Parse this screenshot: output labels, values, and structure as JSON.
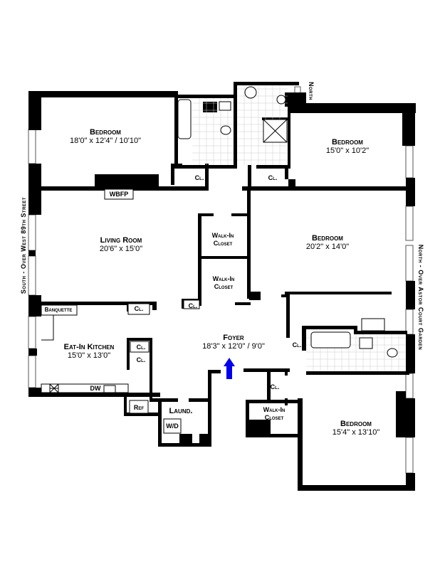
{
  "rooms": {
    "bedroom1": {
      "name": "Bedroom",
      "dims": "18'0\" x 12'4\" / 10'10\""
    },
    "bedroom2": {
      "name": "Bedroom",
      "dims": "15'0\" x 10'2\""
    },
    "bedroom3": {
      "name": "Bedroom",
      "dims": "20'2\" x 14'0\""
    },
    "bedroom4": {
      "name": "Bedroom",
      "dims": "15'4\" x 13'10\""
    },
    "living": {
      "name": "Living Room",
      "dims": "20'6\" x 15'0\""
    },
    "kitchen": {
      "name": "Eat-In Kitchen",
      "dims": "15'0\" x 13'0\""
    },
    "foyer": {
      "name": "Foyer",
      "dims": "18'3\" x 12'0\" / 9'0\""
    },
    "walkin1": {
      "line1": "Walk-In",
      "line2": "Closet"
    },
    "walkin2": {
      "line1": "Walk-In",
      "line2": "Closet"
    },
    "walkin3": {
      "line1": "Walk-In",
      "line2": "Closet"
    },
    "laundry": "Laund."
  },
  "fixtures": {
    "closet": "Cl.",
    "wbfp": "WBFP",
    "banquette": "Banquette",
    "dw": "DW",
    "ref": "Ref",
    "wd": "W/D"
  },
  "orientation": {
    "north": "North",
    "south_side": "South - Over West 89th Street",
    "east_side": "North - Over Astor Court Garden"
  },
  "entry_arrow_color": "#0000ee"
}
